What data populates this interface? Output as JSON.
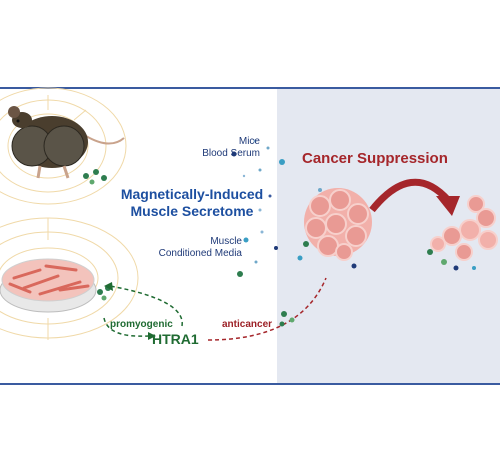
{
  "labels": {
    "mice_serum": [
      "Mice",
      "Blood Serum"
    ],
    "magnetic_title": [
      "Magnetically-Induced",
      "Muscle Secretome"
    ],
    "muscle_media": [
      "Muscle",
      "Conditioned Media"
    ],
    "cancer_suppression": "Cancer Suppression",
    "promyogenic": "promyogenic",
    "htra1": "HTRA1",
    "anticancer": "anticancer"
  },
  "colors": {
    "frame": "#3a5ba0",
    "right_panel": "#e4e8f1",
    "title_blue": "#1d4fa0",
    "cancer_red": "#a5262b",
    "green": "#1f6b32",
    "muscle_red": "#d9685c"
  }
}
